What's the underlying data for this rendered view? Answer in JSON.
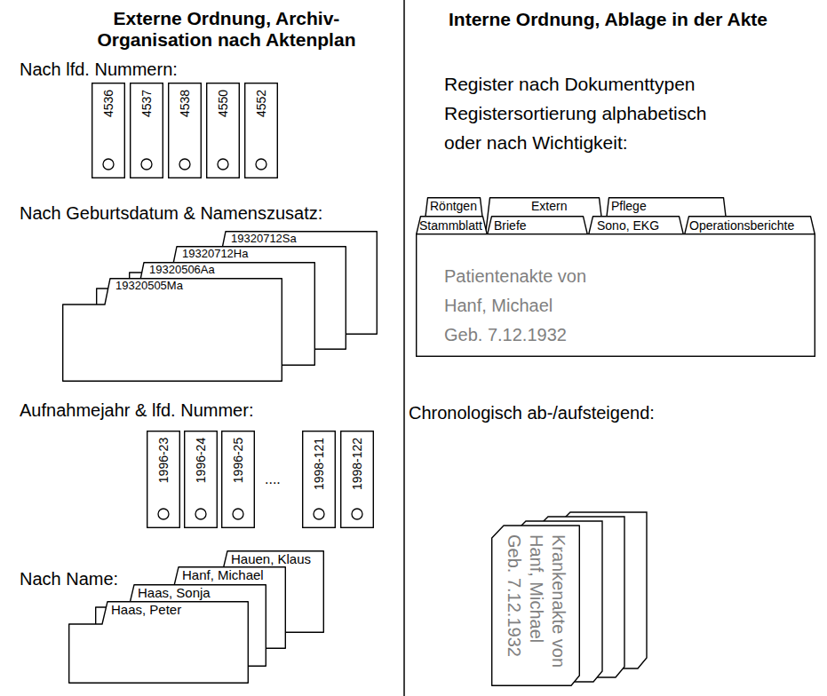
{
  "diagram": {
    "nodes": [
      {
        "text": [
          "4536"
        ]
      },
      {
        "text": [
          "4537"
        ]
      },
      {
        "text": [
          "4538"
        ]
      },
      {
        "text": [
          "4550"
        ]
      },
      {
        "text": [
          "4552"
        ]
      },
      {
        "text": [
          "19320505Ma"
        ]
      },
      {
        "text": [
          "19320506Aa"
        ]
      },
      {
        "text": [
          "19320712Ha"
        ]
      },
      {
        "text": [
          "19320712Sa"
        ]
      },
      {
        "text": [
          "1996-23"
        ]
      },
      {
        "text": [
          "1996-24"
        ]
      },
      {
        "text": [
          "1996-25"
        ]
      },
      {
        "text": [
          "1998-121"
        ]
      },
      {
        "text": [
          "1998-122"
        ]
      },
      {
        "text": [
          "Haas, Peter"
        ]
      },
      {
        "text": [
          "Haas, Sonja"
        ]
      },
      {
        "text": [
          "Hanf, Michael"
        ]
      },
      {
        "text": [
          "Hauen, Klaus"
        ]
      },
      {
        "text": [
          "Röntgen"
        ]
      },
      {
        "text": [
          "Extern"
        ]
      },
      {
        "text": [
          "Pflege"
        ]
      },
      {
        "text": [
          "Stammblatt"
        ]
      },
      {
        "text": [
          "Briefe"
        ]
      },
      {
        "text": [
          "Sono, EKG"
        ]
      },
      {
        "text": [
          "Operationsberichte"
        ]
      },
      {
        "text": [
          "Patientenakte von Hanf, Michael Geb. 7.12.1932"
        ]
      },
      {
        "text": [
          "Krankenakte von Hanf, Michael Geb. 7.12.1932"
        ]
      }
    ],
    "labels": [
      "Externe Ordnung, Archiv- Organisation nach Aktenplan",
      "Interne Ordnung, Ablage in der Akte",
      "Nach lfd. Nummern:",
      "Nach Geburtsdatum & Namenszusatz:",
      "Aufnahmejahr & lfd. Nummer:",
      "....",
      "Nach Name:",
      "Register nach Dokumenttypen Registersortierung alphabetisch oder nach Wichtigkeit:",
      "Chronologisch ab-/aufsteigend:"
    ]
  }
}
